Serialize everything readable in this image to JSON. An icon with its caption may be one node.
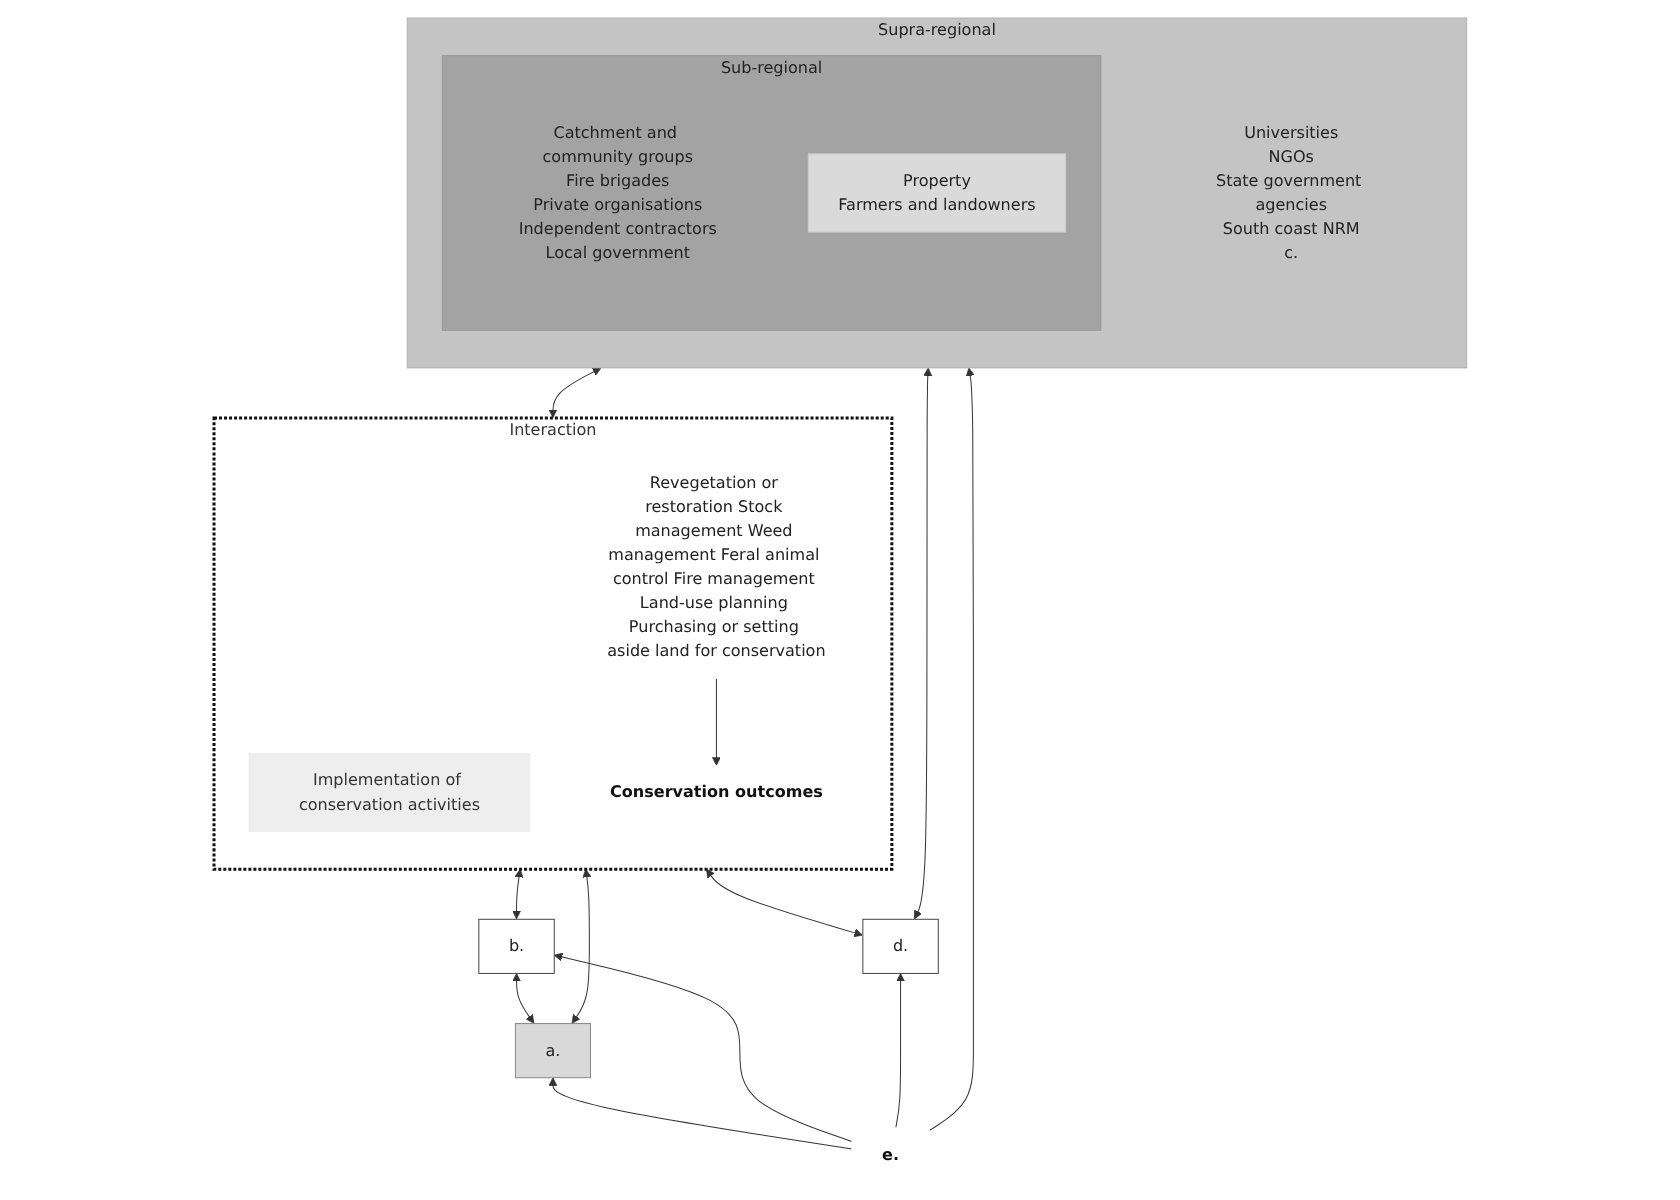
{
  "diagram": {
    "nodes": [
      {
        "text": [
          "a."
        ]
      },
      {
        "text": [
          "b."
        ]
      },
      {
        "text": [
          "Interaction"
        ]
      },
      {
        "text": [
          "Implementation of conservation activities"
        ],
        "in": 2
      },
      {
        "text": [
          "Revegetation or restoration Stock management Weed management Feral animal control Fire management Land-use planning Purchasing or setting aside land for conservation"
        ],
        "in": 2
      },
      {
        "text": [
          "Conservation outcomes"
        ],
        "in": 2
      },
      {
        "text": [
          "d."
        ]
      },
      {
        "text": [
          "Supra-regional",
          "Universities",
          "NGOs",
          "State government agencies",
          "South coast NRM",
          "c."
        ]
      },
      {
        "text": [
          "Sub-regional",
          "Catchment and community groups",
          "Fire brigades",
          "Private organisations",
          "Independent contractors",
          "Local government"
        ],
        "in": 7
      },
      {
        "text": [
          "Property",
          "Farmers and landowners"
        ],
        "in": 8
      },
      {
        "text": [
          "e."
        ]
      }
    ],
    "edges": [
      {
        "from": 0,
        "to": 1,
        "arrow": "both"
      },
      {
        "from": 0,
        "to": 2,
        "arrow": "both"
      },
      {
        "from": 1,
        "to": 2,
        "arrow": "both"
      },
      {
        "from": 6,
        "to": 2,
        "arrow": "both"
      },
      {
        "from": 6,
        "to": 7,
        "arrow": "both"
      },
      {
        "from": 2,
        "to": 7,
        "arrow": "both"
      },
      {
        "from": 4,
        "to": 5,
        "arrow": "to"
      },
      {
        "from": 10,
        "to": 0,
        "arrow": "to"
      },
      {
        "from": 10,
        "to": 1,
        "arrow": "to"
      },
      {
        "from": 10,
        "to": 7,
        "arrow": "to"
      },
      {
        "from": 10,
        "to": 6,
        "arrow": "to"
      }
    ]
  }
}
